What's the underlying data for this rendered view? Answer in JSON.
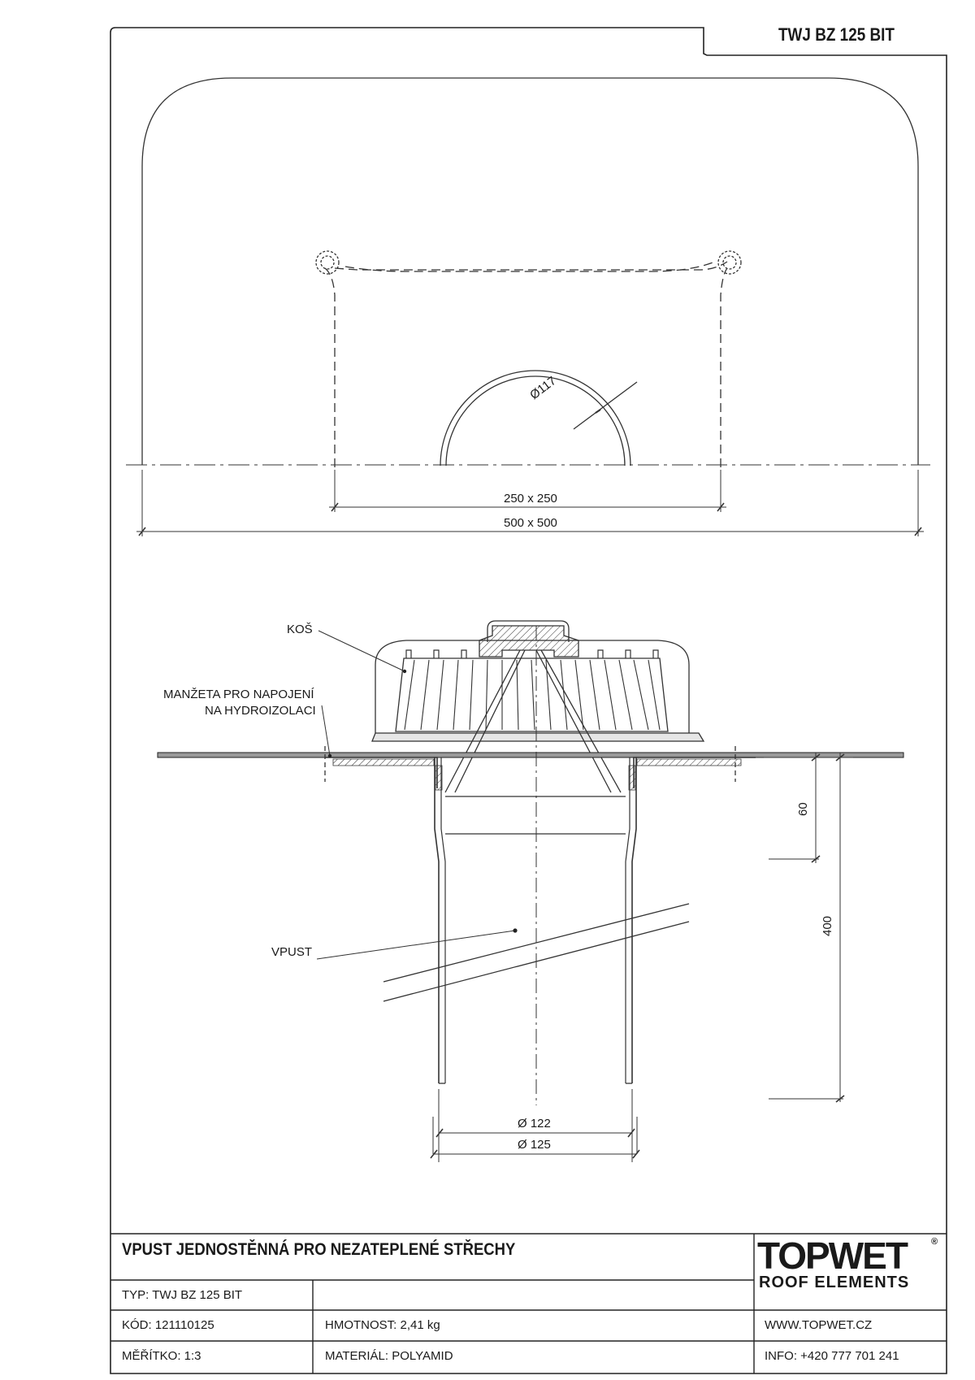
{
  "header": {
    "code": "TWJ BZ 125 BIT"
  },
  "plan_view": {
    "dim_pipe_diameter": "Ø117",
    "dim_inner_square": "250 x 250",
    "dim_outer_square": "500 x 500"
  },
  "section_view": {
    "label_basket": "KOŠ",
    "label_collar_line1": "MANŽETA PRO NAPOJENÍ",
    "label_collar_line2": "NA HYDROIZOLACI",
    "label_outlet": "VPUST",
    "dim_60": "60",
    "dim_400": "400",
    "dim_d122": "Ø 122",
    "dim_d125": "Ø 125"
  },
  "title_block": {
    "title": "VPUST JEDNOSTĚNNÁ PRO NEZATEPLENÉ STŘECHY",
    "typ": "TYP: TWJ BZ 125 BIT",
    "kod": "KÓD: 121110125",
    "hmotnost": "HMOTNOST:  2,41 kg",
    "meritko": "MĚŘÍTKO: 1:3",
    "material": "MATERIÁL: POLYAMID",
    "web": "WWW.TOPWET.CZ",
    "info": "INFO: +420 777 701 241",
    "logo_main": "TOPWET",
    "logo_reg": "®",
    "logo_sub": "ROOF ELEMENTS"
  }
}
